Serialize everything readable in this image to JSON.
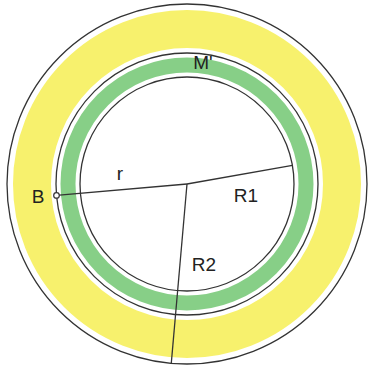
{
  "diagram": {
    "labels": [
      "M'",
      "r",
      "R1",
      "R2",
      "B"
    ]
  }
}
